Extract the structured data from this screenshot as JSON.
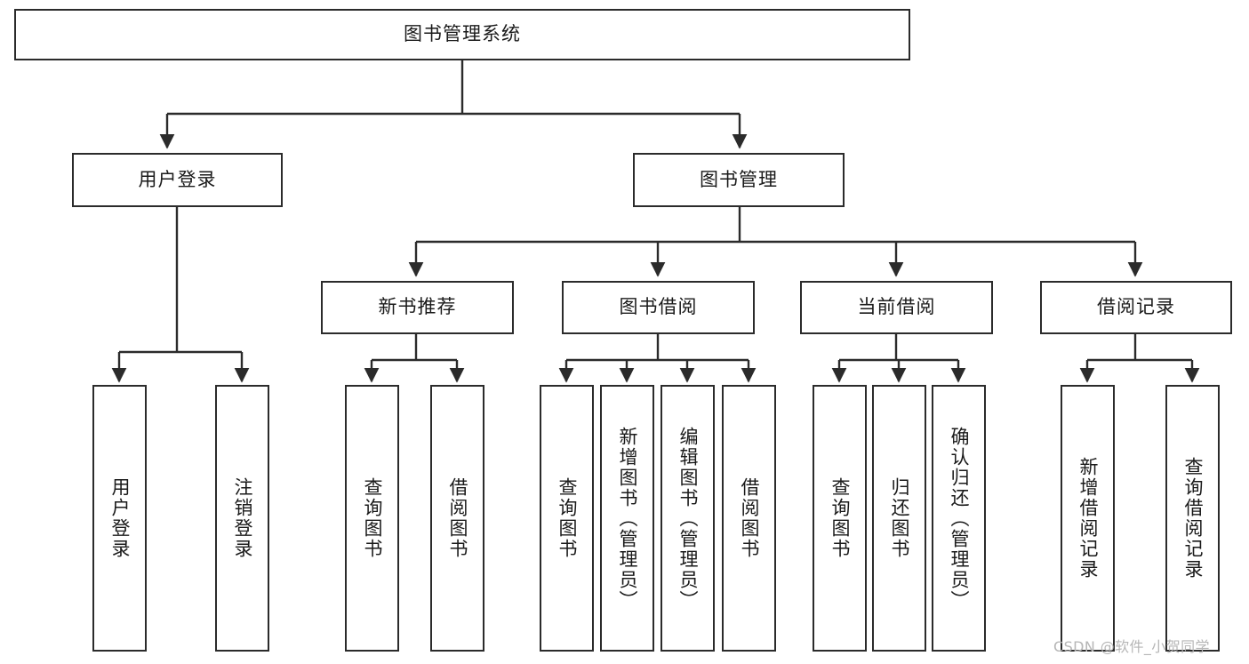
{
  "diagram": {
    "title": "图书管理系统",
    "type": "tree-hierarchy",
    "watermark": "CSDN @软件_小贺同学",
    "colors": {
      "stroke": "#2b2b2b",
      "fill": "#ffffff",
      "text": "#1a1a1a",
      "watermark": "#b6b6b6"
    },
    "root": {
      "label": "图书管理系统"
    },
    "level2": [
      {
        "id": "user-login",
        "label": "用户登录"
      },
      {
        "id": "book-management",
        "label": "图书管理"
      }
    ],
    "level3": [
      {
        "id": "new-book-recommend",
        "label": "新书推荐"
      },
      {
        "id": "book-borrow",
        "label": "图书借阅"
      },
      {
        "id": "current-borrow",
        "label": "当前借阅"
      },
      {
        "id": "borrow-record",
        "label": "借阅记录"
      }
    ],
    "leaves": {
      "user-login": [
        {
          "id": "leaf-user-login",
          "label": "用户登录"
        },
        {
          "id": "leaf-logout-login",
          "label": "注销登录"
        }
      ],
      "new-book-recommend": [
        {
          "id": "leaf-query-book-1",
          "label": "查询图书"
        },
        {
          "id": "leaf-borrow-book-1",
          "label": "借阅图书"
        }
      ],
      "book-borrow": [
        {
          "id": "leaf-query-book-2",
          "label": "查询图书"
        },
        {
          "id": "leaf-add-book",
          "label": "新增图书（管理员）"
        },
        {
          "id": "leaf-edit-book",
          "label": "编辑图书（管理员）"
        },
        {
          "id": "leaf-borrow-book-2",
          "label": "借阅图书"
        }
      ],
      "current-borrow": [
        {
          "id": "leaf-query-book-3",
          "label": "查询图书"
        },
        {
          "id": "leaf-return-book",
          "label": "归还图书"
        },
        {
          "id": "leaf-confirm-return",
          "label": "确认归还（管理员）"
        }
      ],
      "borrow-record": [
        {
          "id": "leaf-add-record",
          "label": "新增借阅记录"
        },
        {
          "id": "leaf-query-record",
          "label": "查询借阅记录"
        }
      ]
    }
  }
}
